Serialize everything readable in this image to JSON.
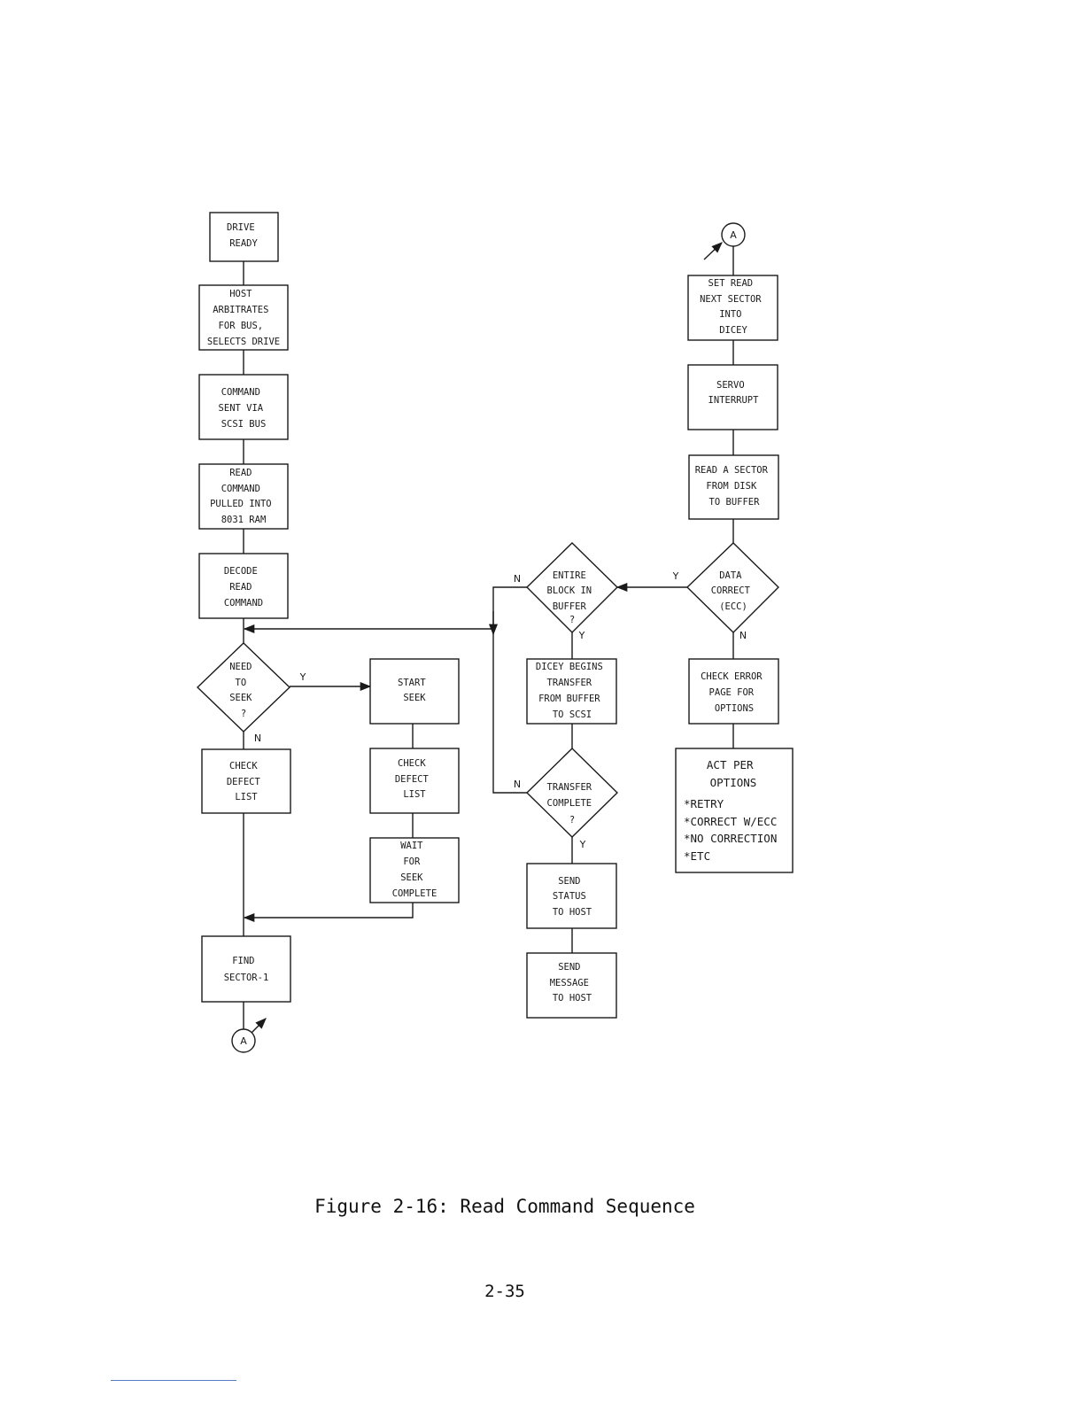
{
  "nodes": [
    {
      "id": "drive-ready",
      "shape": "rect",
      "lines": [
        "DRIVE",
        "READY"
      ]
    },
    {
      "id": "host-arbitrates",
      "shape": "rect",
      "lines": [
        "HOST",
        "ARBITRATES",
        "FOR BUS,",
        "SELECTS DRIVE"
      ]
    },
    {
      "id": "command-sent",
      "shape": "rect",
      "lines": [
        "COMMAND",
        "SENT VIA",
        "SCSI BUS"
      ]
    },
    {
      "id": "read-command-pulled",
      "shape": "rect",
      "lines": [
        "READ",
        "COMMAND",
        "PULLED INTO",
        "8031 RAM"
      ]
    },
    {
      "id": "decode-read-command",
      "shape": "rect",
      "lines": [
        "DECODE",
        "READ",
        "COMMAND"
      ]
    },
    {
      "id": "need-to-seek",
      "shape": "diamond",
      "lines": [
        "NEED",
        "TO",
        "SEEK",
        "?"
      ]
    },
    {
      "id": "check-defect-list-left",
      "shape": "rect",
      "lines": [
        "CHECK",
        "DEFECT",
        "LIST"
      ]
    },
    {
      "id": "find-sector",
      "shape": "rect",
      "lines": [
        "FIND",
        "SECTOR-1"
      ]
    },
    {
      "id": "start-seek",
      "shape": "rect",
      "lines": [
        "START",
        "SEEK"
      ]
    },
    {
      "id": "check-defect-list-mid",
      "shape": "rect",
      "lines": [
        "CHECK",
        "DEFECT",
        "LIST"
      ]
    },
    {
      "id": "wait-for-seek",
      "shape": "rect",
      "lines": [
        "WAIT",
        "FOR",
        "SEEK",
        "COMPLETE"
      ]
    },
    {
      "id": "entire-block",
      "shape": "diamond",
      "lines": [
        "ENTIRE",
        "BLOCK IN",
        "BUFFER",
        "?"
      ]
    },
    {
      "id": "dicey-begins",
      "shape": "rect",
      "lines": [
        "DICEY BEGINS",
        "TRANSFER",
        "FROM BUFFER",
        "TO SCSI"
      ]
    },
    {
      "id": "transfer-complete",
      "shape": "diamond",
      "lines": [
        "TRANSFER",
        "COMPLETE",
        "?"
      ]
    },
    {
      "id": "send-status",
      "shape": "rect",
      "lines": [
        "SEND",
        "STATUS",
        "TO HOST"
      ]
    },
    {
      "id": "send-message",
      "shape": "rect",
      "lines": [
        "SEND",
        "MESSAGE",
        "TO HOST"
      ]
    },
    {
      "id": "set-read-next",
      "shape": "rect",
      "lines": [
        "SET READ",
        "NEXT SECTOR",
        "INTO",
        "DICEY"
      ]
    },
    {
      "id": "servo-interrupt",
      "shape": "rect",
      "lines": [
        "SERVO",
        "INTERRUPT"
      ]
    },
    {
      "id": "read-a-sector",
      "shape": "rect",
      "lines": [
        "READ A SECTOR",
        "FROM DISK",
        "TO BUFFER"
      ]
    },
    {
      "id": "data-correct",
      "shape": "diamond",
      "lines": [
        "DATA",
        "CORRECT",
        "(ECC)"
      ]
    },
    {
      "id": "check-error-page",
      "shape": "rect",
      "lines": [
        "CHECK ERROR",
        "PAGE FOR",
        "OPTIONS"
      ]
    },
    {
      "id": "act-per-options",
      "shape": "rect",
      "lines": [
        "ACT PER",
        "OPTIONS",
        "*RETRY",
        "*CORRECT W/ECC",
        "*NO CORRECTION",
        "*ETC"
      ]
    }
  ],
  "connectors": [
    {
      "id": "connector-a-bottom",
      "label": "A"
    },
    {
      "id": "connector-a-top",
      "label": "A"
    }
  ],
  "branch_labels": {
    "need_to_seek_yes": "Y",
    "need_to_seek_no": "N",
    "entire_block_no": "N",
    "entire_block_yes": "Y",
    "transfer_complete_no": "N",
    "transfer_complete_yes": "Y",
    "data_correct_yes": "Y",
    "data_correct_no": "N"
  },
  "caption": "Figure 2-16: Read Command Sequence",
  "page_number": "2-35"
}
